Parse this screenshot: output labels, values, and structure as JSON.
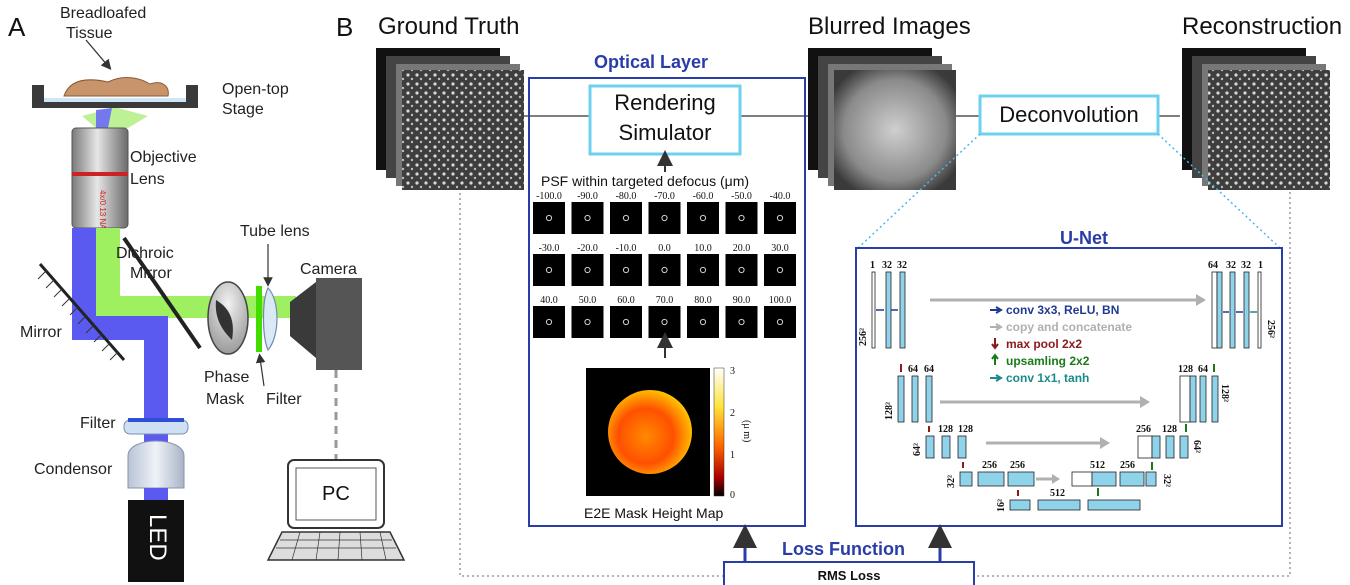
{
  "panel_a": {
    "letter": "A",
    "labels": {
      "tissue": [
        "Breadloafed",
        "Tissue"
      ],
      "stage": [
        "Open-top",
        "Stage"
      ],
      "objective": [
        "Objective",
        "Lens"
      ],
      "objective_engraving": "4x/0.13 NA",
      "dichroic": [
        "Dichroic",
        "Mirror"
      ],
      "tube_lens": "Tube lens",
      "camera": "Camera",
      "mirror": "Mirror",
      "phase_mask": [
        "Phase",
        "Mask"
      ],
      "filter_right": "Filter",
      "filter_left": "Filter",
      "condensor": "Condensor",
      "led": "LED",
      "pc": "PC"
    }
  },
  "panel_b": {
    "letter": "B",
    "headers": {
      "ground_truth": "Ground Truth",
      "blurred": "Blurred Images",
      "reconstruction": "Reconstruction"
    },
    "optical_layer": {
      "title": "Optical Layer",
      "rendering_simulator": [
        "Rendering",
        "Simulator"
      ],
      "psf_caption": "PSF within targeted defocus (μm)",
      "psf_rows": [
        [
          "-100.0",
          "-90.0",
          "-80.0",
          "-70.0",
          "-60.0",
          "-50.0",
          "-40.0"
        ],
        [
          "-30.0",
          "-20.0",
          "-10.0",
          "0.0",
          "10.0",
          "20.0",
          "30.0"
        ],
        [
          "40.0",
          "50.0",
          "60.0",
          "70.0",
          "80.0",
          "90.0",
          "100.0"
        ]
      ],
      "height_map": {
        "caption": "E2E Mask Height Map",
        "colorbar_ticks": [
          "3",
          "2",
          "1",
          "0"
        ],
        "colorbar_unit": "(μ m)"
      }
    },
    "deconvolution": "Deconvolution",
    "unet": {
      "title": "U-Net",
      "levels": {
        "l1": {
          "dims": "256²",
          "enc_channels": [
            "1",
            "32",
            "32"
          ],
          "dec_channels": [
            "64",
            "32",
            "32",
            "1"
          ]
        },
        "l2": {
          "dims": "128²",
          "enc_channels": [
            "64",
            "64"
          ],
          "dec_channels": [
            "128",
            "64"
          ]
        },
        "l3": {
          "dims": "64²",
          "enc_channels": [
            "128",
            "128"
          ],
          "dec_channels": [
            "256",
            "128"
          ]
        },
        "l4": {
          "dims": "32²",
          "enc_channels": [
            "256",
            "256"
          ],
          "dec_channels": [
            "512",
            "256"
          ]
        },
        "l5": {
          "dims": "16²",
          "channels": [
            "512"
          ]
        }
      },
      "legend": [
        {
          "label": "conv 3x3, ReLU, BN",
          "color": "#1f3a93",
          "icon": "right-arrow"
        },
        {
          "label": "copy and concatenate",
          "color": "#b0b0b0",
          "icon": "right-arrow"
        },
        {
          "label": "max pool 2x2",
          "color": "#8b1a1a",
          "icon": "down-arrow"
        },
        {
          "label": "upsamling 2x2",
          "color": "#1a7a1a",
          "icon": "up-arrow"
        },
        {
          "label": "conv 1x1, tanh",
          "color": "#1a8a8a",
          "icon": "right-arrow"
        }
      ]
    },
    "loss_function": "Loss Function",
    "rms_loss": "RMS Loss"
  },
  "colors": {
    "frame_blue": "#2a3ca8",
    "box_cyan": "#6fd0ee",
    "laser_blue": "#5a5af0",
    "laser_green": "#9ef060",
    "unet_block": "#8fd3ea"
  }
}
